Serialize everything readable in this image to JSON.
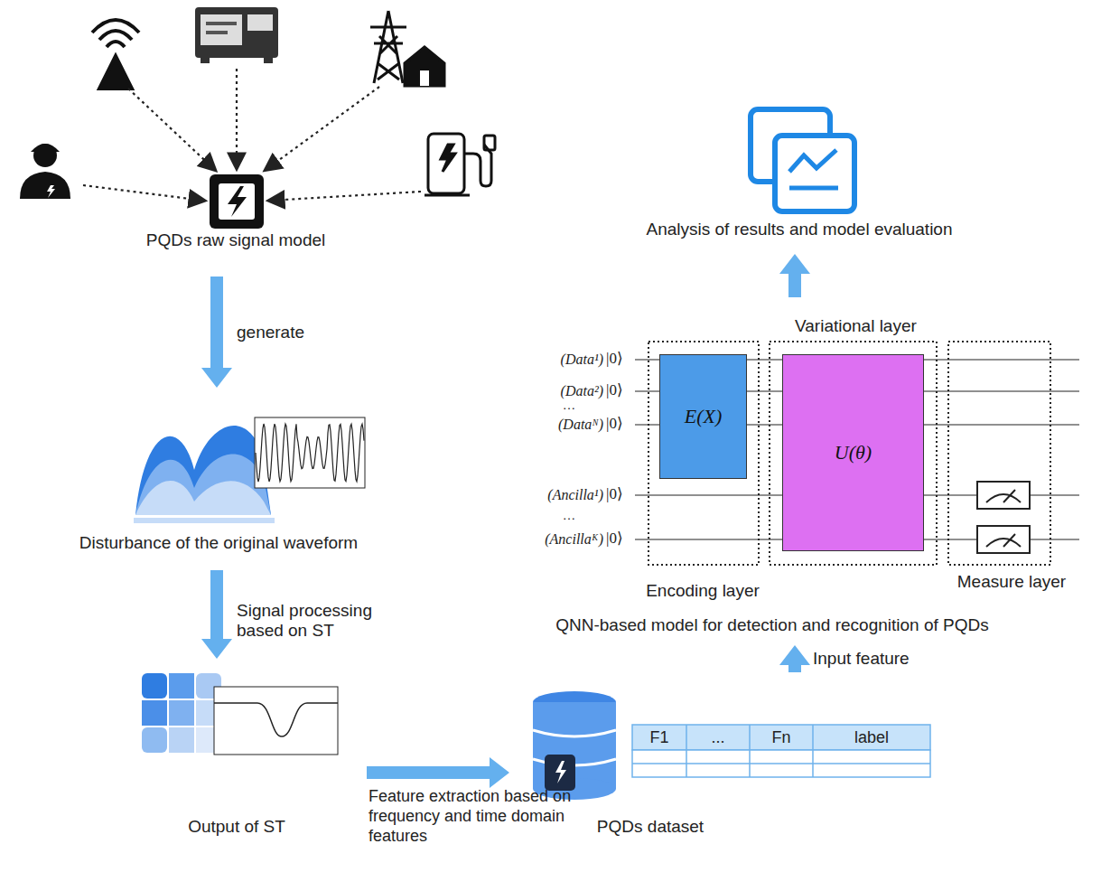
{
  "diagram": {
    "nodes": [
      {
        "text": [
          "PQDs raw signal model"
        ]
      },
      {
        "text": [
          "Disturbance of the original waveform"
        ]
      },
      {
        "text": [
          "Output of ST"
        ]
      },
      {
        "text": [
          "PQDs dataset"
        ]
      },
      {
        "text": [
          "QNN-based model for detection and recognition of PQDs"
        ]
      },
      {
        "text": [
          "E(X)"
        ],
        "in": 4
      },
      {
        "text": [
          "U(θ)"
        ],
        "in": 4
      },
      {
        "text": [
          "Analysis of results and model evaluation"
        ]
      }
    ],
    "edges": [
      {
        "from": 0,
        "to": 1,
        "arrow": "to",
        "label": "generate"
      },
      {
        "from": 1,
        "to": 2,
        "arrow": "to",
        "label": "Signal processing based on ST"
      },
      {
        "from": 2,
        "to": 3,
        "arrow": "to",
        "label": "Feature extraction based on frequency and time domain features"
      },
      {
        "from": 3,
        "to": 4,
        "arrow": "to",
        "label": "Input feature"
      },
      {
        "from": 4,
        "to": 7,
        "arrow": "to"
      }
    ],
    "labels": [
      "Variational layer",
      "Encoding layer",
      "Measure layer",
      "(Data¹)",
      "|0⟩",
      "(Data²)",
      "|0⟩",
      "…",
      "(Dataᴺ)",
      "|0⟩",
      "(Ancilla¹)",
      "|0⟩",
      "…",
      "(Ancillaᴷ)",
      "|0⟩",
      "F1",
      "...",
      "Fn",
      "label"
    ]
  }
}
